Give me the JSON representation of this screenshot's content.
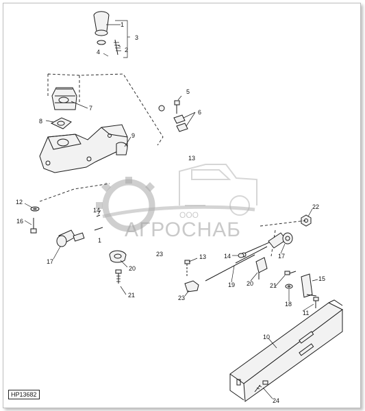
{
  "diagram": {
    "reference_code": "HP13682",
    "watermark": {
      "line1": "ООО",
      "line2": "АГРОСНАБ"
    },
    "callouts": [
      {
        "id": "c1a",
        "text": "1"
      },
      {
        "id": "c2",
        "text": "2"
      },
      {
        "id": "c3",
        "text": "3"
      },
      {
        "id": "c4",
        "text": "4"
      },
      {
        "id": "c5",
        "text": "5"
      },
      {
        "id": "c6",
        "text": "6"
      },
      {
        "id": "c7",
        "text": "7"
      },
      {
        "id": "c8",
        "text": "8"
      },
      {
        "id": "c9",
        "text": "9"
      },
      {
        "id": "c13a",
        "text": "13"
      },
      {
        "id": "c12",
        "text": "12"
      },
      {
        "id": "c16",
        "text": "16"
      },
      {
        "id": "c14a",
        "text": "14"
      },
      {
        "id": "c1b",
        "text": "1"
      },
      {
        "id": "c17a",
        "text": "17"
      },
      {
        "id": "c20a",
        "text": "20"
      },
      {
        "id": "c21a",
        "text": "21"
      },
      {
        "id": "c23a",
        "text": "23"
      },
      {
        "id": "c13b",
        "text": "13"
      },
      {
        "id": "c23b",
        "text": "23"
      },
      {
        "id": "c14b",
        "text": "14"
      },
      {
        "id": "c19",
        "text": "19"
      },
      {
        "id": "c20b",
        "text": "20"
      },
      {
        "id": "c22",
        "text": "22"
      },
      {
        "id": "c17b",
        "text": "17"
      },
      {
        "id": "c21b",
        "text": "21"
      },
      {
        "id": "c15",
        "text": "15"
      },
      {
        "id": "c18",
        "text": "18"
      },
      {
        "id": "c11",
        "text": "11"
      },
      {
        "id": "c10",
        "text": "10"
      },
      {
        "id": "c24",
        "text": "24"
      }
    ]
  }
}
